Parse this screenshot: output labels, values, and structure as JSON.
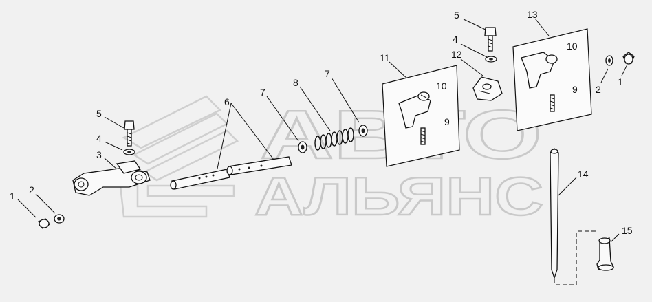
{
  "watermark": {
    "line1": "АВТО",
    "line2": "АЛЬЯНС"
  },
  "callouts": {
    "c1_left": "1",
    "c2_left": "2",
    "c3": "3",
    "c4_left": "4",
    "c5_left": "5",
    "c6": "6",
    "c7_left": "7",
    "c8": "8",
    "c7_mid": "7",
    "c11": "11",
    "c10_mid": "10",
    "c9_mid": "9",
    "c12": "12",
    "c5_right": "5",
    "c4_right": "4",
    "c13": "13",
    "c10_right": "10",
    "c9_right": "9",
    "c2_right": "2",
    "c1_right": "1",
    "c14": "14",
    "c15": "15"
  },
  "icons": {
    "watermark_logo": "stylized-chevron-logo"
  }
}
